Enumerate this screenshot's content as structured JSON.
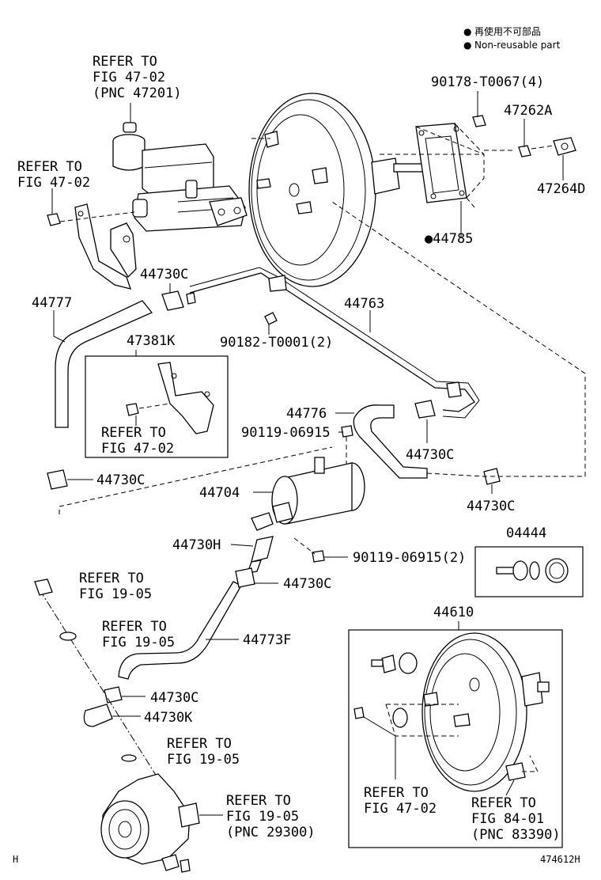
{
  "legend": {
    "marker": "●",
    "line1": "再使用不可部品",
    "line2": "Non-reusable part"
  },
  "refs": {
    "master_cyl": [
      "REFER TO",
      "FIG 47-02",
      "(PNC 47201)"
    ],
    "bracket": [
      "REFER TO",
      "FIG 47-02"
    ],
    "inset_47381k": [
      "REFER TO",
      "FIG 47-02"
    ],
    "fig1905_a": [
      "REFER TO",
      "FIG 19-05"
    ],
    "fig1905_b": [
      "REFER TO",
      "FIG 19-05"
    ],
    "fig1905_c": [
      "REFER TO",
      "FIG 19-05"
    ],
    "pump": [
      "REFER TO",
      "FIG 19-05",
      "(PNC 29300)"
    ],
    "booster_fig4702": [
      "REFER TO",
      "FIG 47-02"
    ],
    "booster_fig8401": [
      "REFER TO",
      "FIG 84-01",
      "(PNC 83390)"
    ]
  },
  "parts": {
    "p90178": "90178-T0067(4)",
    "p47262a": "47262A",
    "p47264d": "47264D",
    "p44785": "●44785",
    "p44730c_top": "44730C",
    "p44777": "44777",
    "p44763": "44763",
    "p90182": "90182-T0001(2)",
    "p47381k": "47381K",
    "p44776": "44776",
    "p90119_single": "90119-06915",
    "p44730c_right": "44730C",
    "p44730c_left": "44730C",
    "p44704": "44704",
    "p44730c_far_right": "44730C",
    "p04444": "04444",
    "p44730h": "44730H",
    "p90119_double": "90119-06915(2)",
    "p44730c_mid": "44730C",
    "p44610": "44610",
    "p44773f": "44773F",
    "p44730c_low": "44730C",
    "p44730k": "44730K"
  },
  "footer": {
    "left": "H",
    "right": "474612H"
  }
}
